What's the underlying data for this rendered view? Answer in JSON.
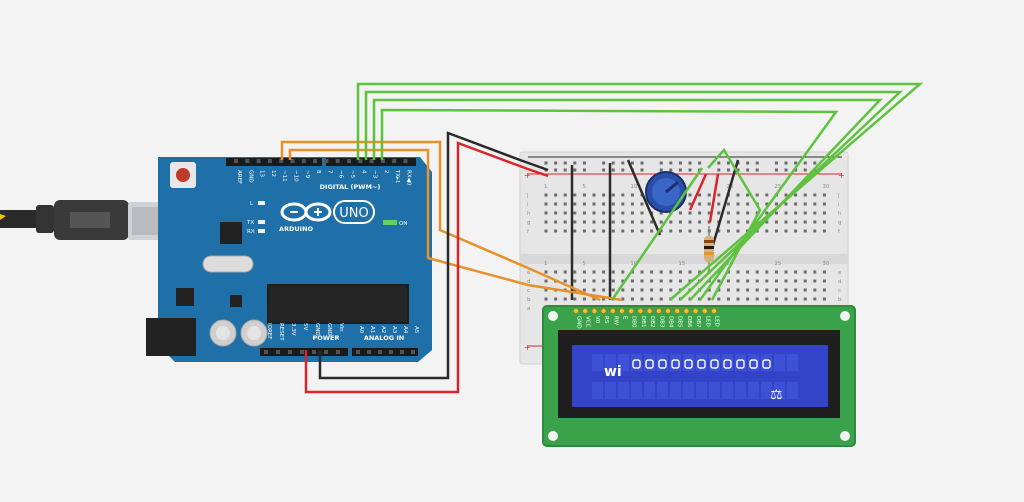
{
  "arduino": {
    "brand": "ARDUINO",
    "model": "UNO",
    "digital_header": "DIGITAL (PWM~)",
    "power_header": "POWER",
    "analog_header": "ANALOG IN",
    "on_label": "ON",
    "led_l": "L",
    "led_tx": "TX",
    "led_rx": "RX",
    "digital_pins": [
      "AREF",
      "GND",
      "13",
      "12",
      "~11",
      "~10",
      "~9",
      "8",
      "7",
      "~6",
      "~5",
      "4",
      "~3",
      "2",
      "TX▸1",
      "RX◀0"
    ],
    "power_pins": [
      "IOREF",
      "RESET",
      "3.3V",
      "5V",
      "GND",
      "GND",
      "Vin"
    ],
    "analog_pins": [
      "A0",
      "A1",
      "A2",
      "A3",
      "A4",
      "A5"
    ]
  },
  "breadboard": {
    "row_labels_top": [
      "j",
      "i",
      "h",
      "g",
      "f"
    ],
    "row_labels_bottom": [
      "e",
      "d",
      "c",
      "b",
      "a"
    ],
    "column_numbers": [
      "1",
      "5",
      "10",
      "15",
      "20",
      "25",
      "30"
    ],
    "rail_plus": "+",
    "rail_minus": "-"
  },
  "lcd": {
    "pin_labels": [
      "GND",
      "VCC",
      "V0",
      "RS",
      "RW",
      "E",
      "DB0",
      "DB1",
      "DB2",
      "DB3",
      "DB4",
      "DB5",
      "DB6",
      "DB7",
      "LED",
      "LED"
    ],
    "line1_prefix": "wi",
    "line1_blocks": 11,
    "line2_glyph": "⚖"
  },
  "colors": {
    "wire_green": "#5ec23f",
    "wire_orange": "#e8902a",
    "wire_red": "#d9262b",
    "wire_black": "#2b2b2b",
    "board_blue": "#1f6fa8",
    "lcd_green": "#3aa24a",
    "lcd_screen": "#3344c8"
  }
}
